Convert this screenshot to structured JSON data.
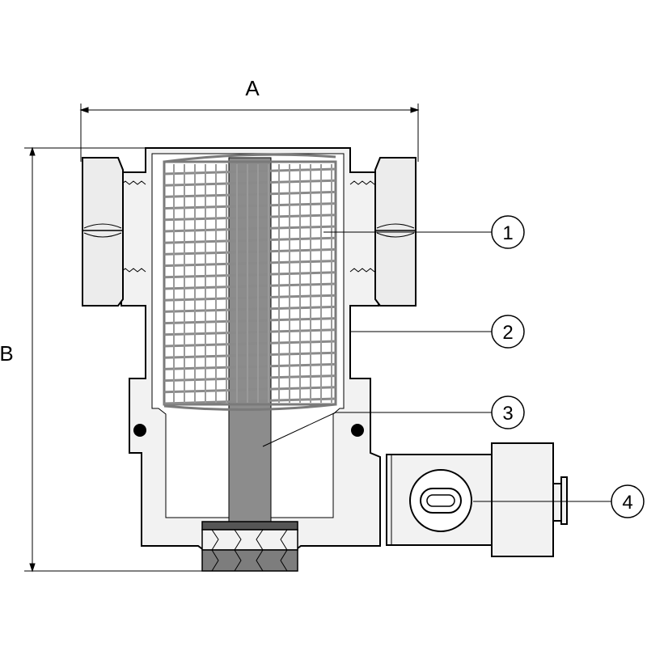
{
  "dimensions": {
    "width_label": "A",
    "height_label": "B"
  },
  "callouts": [
    {
      "number": "1",
      "part": "mesh-screen"
    },
    {
      "number": "2",
      "part": "housing"
    },
    {
      "number": "3",
      "part": "magnetic-rod"
    },
    {
      "number": "4",
      "part": "sight-glass"
    }
  ],
  "colors": {
    "line": "#000000",
    "metal": "#e6e6e6",
    "dark": "#8c8c8c",
    "mesh": "#8a8a8a"
  }
}
